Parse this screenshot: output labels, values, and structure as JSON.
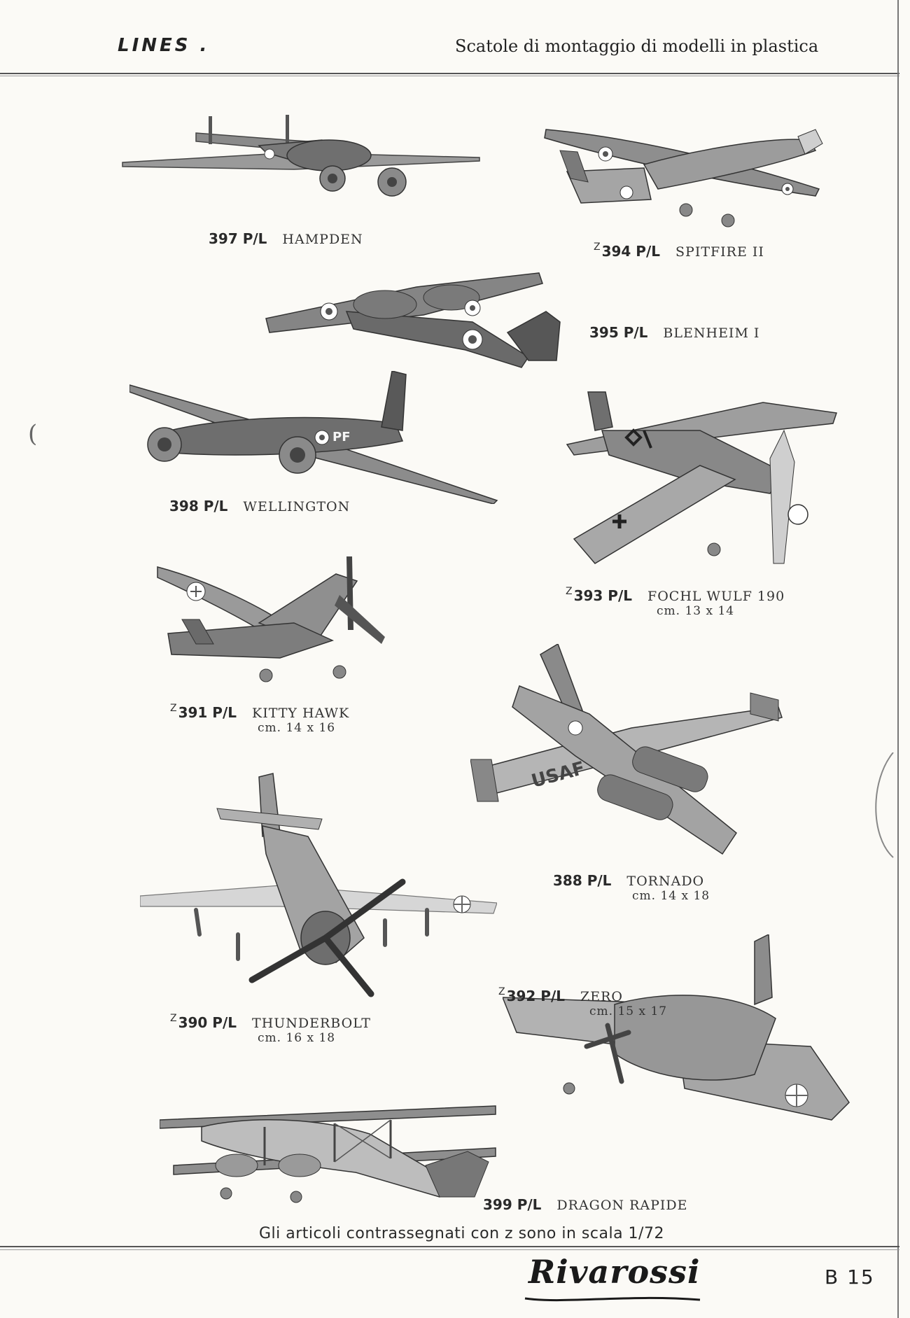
{
  "header": {
    "brand": "LINES .",
    "title": "Scatole di montaggio di modelli in plastica"
  },
  "items": [
    {
      "scale_mark": "",
      "code": "397 P/L",
      "name": "HAMPDEN",
      "size": ""
    },
    {
      "scale_mark": "Z",
      "code": "394 P/L",
      "name": "SPITFIRE II",
      "size": ""
    },
    {
      "scale_mark": "",
      "code": "395 P/L",
      "name": "BLENHEIM I",
      "size": ""
    },
    {
      "scale_mark": "",
      "code": "398 P/L",
      "name": "WELLINGTON",
      "size": ""
    },
    {
      "scale_mark": "Z",
      "code": "393 P/L",
      "name": "FOCHL WULF 190",
      "size": "cm. 13 x 14"
    },
    {
      "scale_mark": "Z",
      "code": "391 P/L",
      "name": "KITTY HAWK",
      "size": "cm. 14 x 16"
    },
    {
      "scale_mark": "",
      "code": "388 P/L",
      "name": "TORNADO",
      "size": "cm. 14 x 18"
    },
    {
      "scale_mark": "Z",
      "code": "390 P/L",
      "name": "THUNDERBOLT",
      "size": "cm. 16 x 18"
    },
    {
      "scale_mark": "Z",
      "code": "392 P/L",
      "name": "ZERO",
      "size": "cm. 15 x 17"
    },
    {
      "scale_mark": "",
      "code": "399 P/L",
      "name": "DRAGON RAPIDE",
      "size": ""
    }
  ],
  "footer": {
    "note": "Gli articoli contrassegnati con z sono in scala 1/72",
    "logo": "Rivarossi",
    "page_ref": "B 15"
  },
  "colors": {
    "ink": "#2a2a2a",
    "aircraft_dark": "#6e6e6e",
    "aircraft_light": "#bdbdbd",
    "roundel": "#ffffff"
  }
}
